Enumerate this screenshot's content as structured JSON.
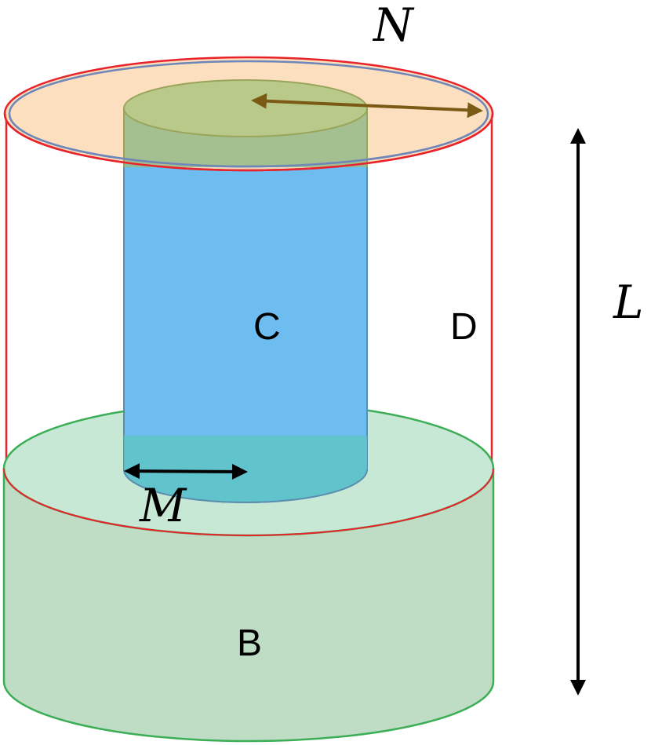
{
  "labels": {
    "N": "N",
    "L": "L",
    "M": "M",
    "C": "C",
    "D": "D",
    "B": "B"
  },
  "colors": {
    "outer_outline": "#e8232b",
    "top_disk_fill": "#fbdcb8",
    "top_disk_inner_ring": "#6f86b8",
    "inner_cylinder": "#6ebdf0",
    "inner_cylinder_edge": "#5b8fb0",
    "inner_top": "#b9c98a",
    "inner_top_edge": "#9aa55c",
    "base_fill": "#bfdcc5",
    "base_edge": "#3cae55",
    "arrow_N": "#7a5a14",
    "arrow_black": "#000000"
  }
}
